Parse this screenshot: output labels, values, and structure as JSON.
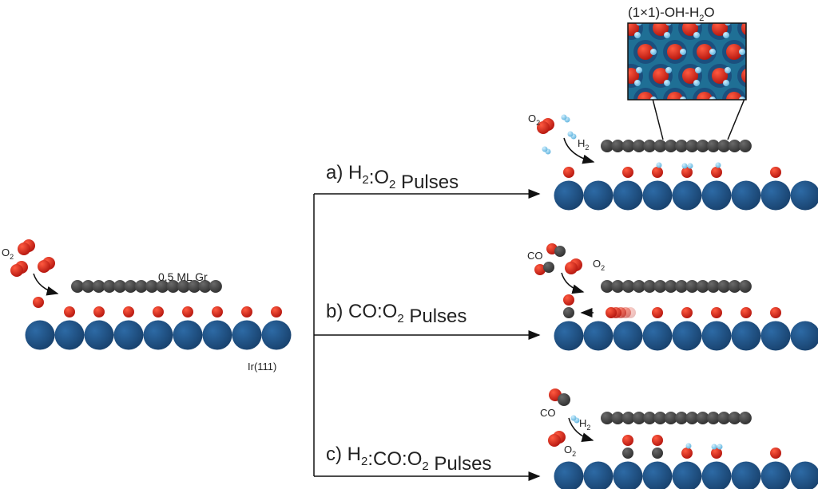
{
  "colors": {
    "iridium": "#1d4f82",
    "oxygen": "#e1261c",
    "carbon": "#4a4a4a",
    "hydrogen": "#8fd0ee",
    "inset_bg": "#1f6f95",
    "line": "#111111"
  },
  "initial": {
    "gas_label": "O",
    "gas_sub": "2",
    "graphene_label": "0.5 ML Gr",
    "substrate_label": "Ir(111)"
  },
  "branches": [
    {
      "id": "a",
      "prefix": "a) ",
      "parts": [
        [
          "H",
          "2"
        ],
        [
          ":O",
          "2"
        ],
        [
          " Pulses",
          ""
        ]
      ]
    },
    {
      "id": "b",
      "prefix": "b) ",
      "parts": [
        [
          "CO:O",
          "2"
        ],
        [
          " Pulses",
          ""
        ]
      ]
    },
    {
      "id": "c",
      "prefix": "c) ",
      "parts": [
        [
          "H",
          "2"
        ],
        [
          ":CO:O",
          "2"
        ],
        [
          " Pulses",
          ""
        ]
      ]
    }
  ],
  "panel_a": {
    "inset_title_main": "(1×1)-OH-H",
    "inset_title_sub": "2",
    "inset_title_end": "O",
    "o2_label": "O",
    "o2_sub": "2",
    "h2_label": "H",
    "h2_sub": "2",
    "adsorbates": [
      "O",
      "",
      "O",
      "OH",
      "H2O",
      "OH",
      "",
      "O",
      ""
    ]
  },
  "panel_b": {
    "co_label": "CO",
    "o2_label": "O",
    "o2_sub": "2",
    "adsorbates": [
      "CO-O",
      "",
      "O-fade",
      "O",
      "O",
      "O",
      "O",
      "O",
      ""
    ]
  },
  "panel_c": {
    "co_label": "CO",
    "o2_label": "O",
    "o2_sub": "2",
    "h2_label": "H",
    "h2_sub": "2",
    "adsorbates": [
      "",
      "",
      "CO",
      "CO",
      "OH",
      "H2O",
      "",
      "O",
      ""
    ]
  }
}
